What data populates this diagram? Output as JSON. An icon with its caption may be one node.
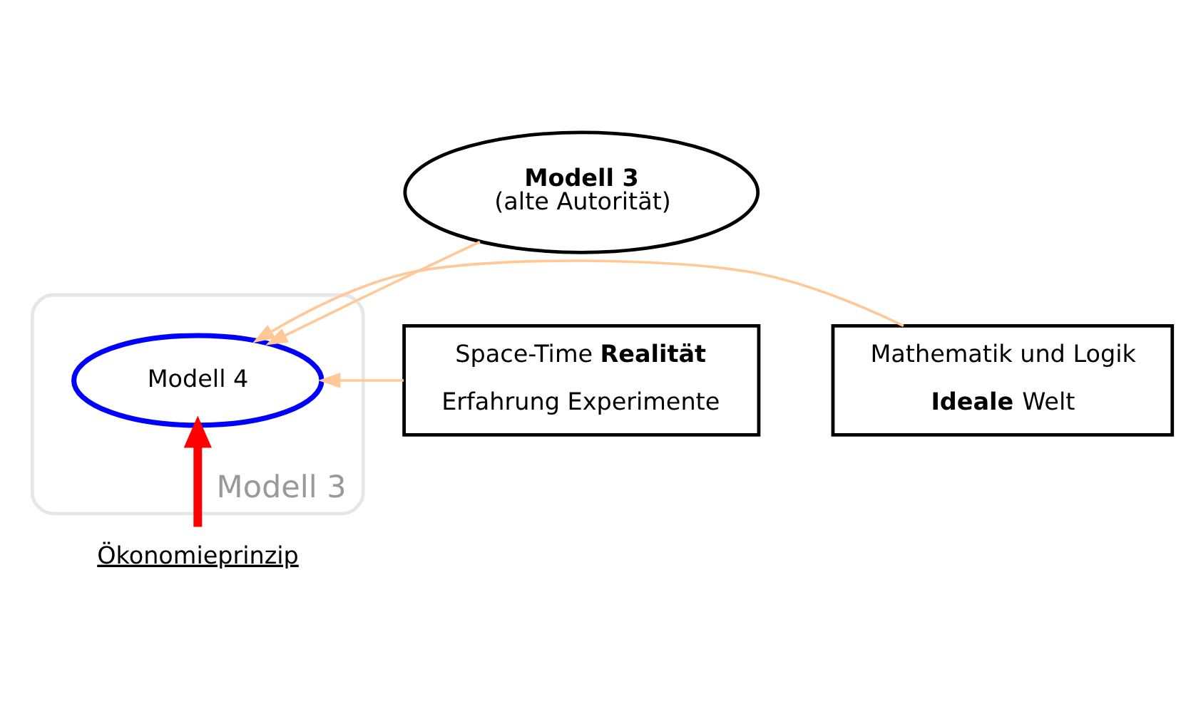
{
  "diagram": {
    "nodes": [
      {
        "text": [
          "Modell 3",
          "(alte Autorität)"
        ]
      },
      {
        "text": [
          "Modell 3"
        ]
      },
      {
        "text": [
          "Space-Time **Realität**",
          "Erfahrung Experimente"
        ]
      },
      {
        "text": [
          "Modell 4"
        ],
        "in": 1
      },
      {
        "text": [
          "Mathematik und Logik",
          "**Ideale** Welt"
        ]
      },
      {
        "text": [
          "Ökonomieprinzip"
        ]
      }
    ],
    "edges": [
      {
        "from": 0,
        "to": 3,
        "arrow": "to"
      },
      {
        "from": 2,
        "to": 3,
        "arrow": "to"
      },
      {
        "from": 4,
        "to": 3,
        "arrow": "to"
      },
      {
        "from": 5,
        "to": 3,
        "arrow": "to",
        "style": "thick",
        "color": "#ff0000"
      }
    ]
  }
}
